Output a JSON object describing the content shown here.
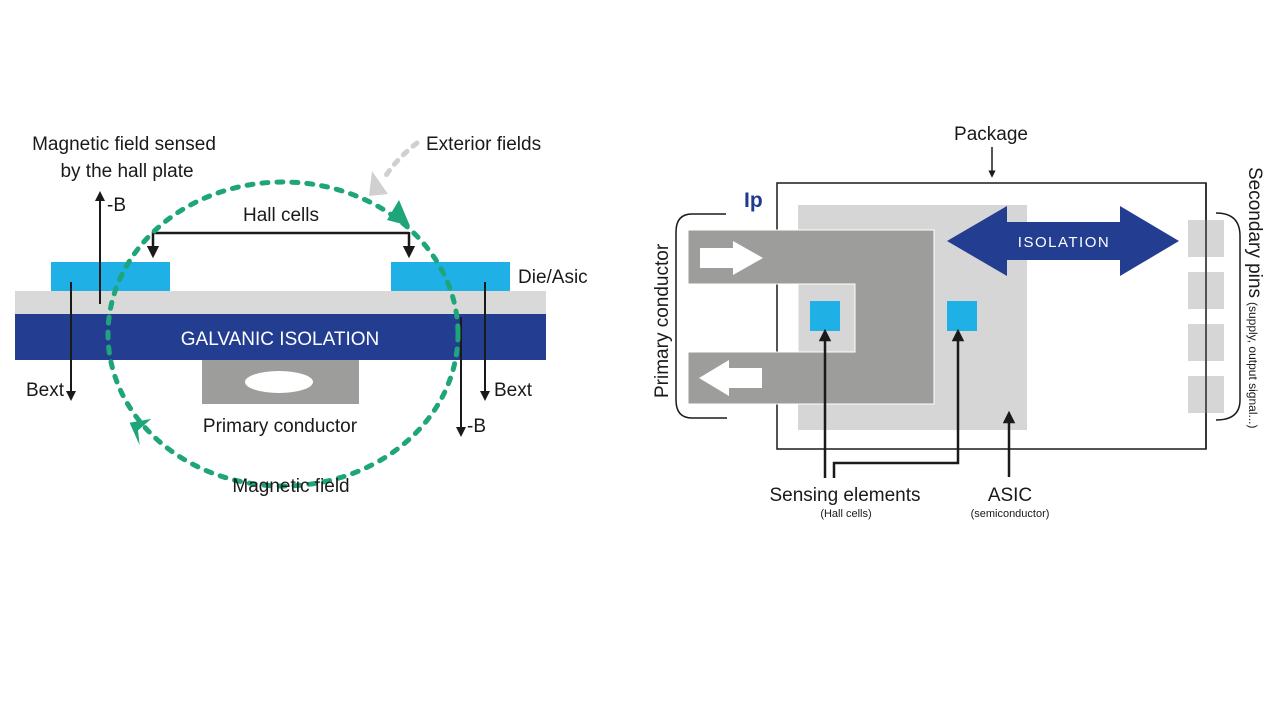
{
  "colors": {
    "isolation_blue": "#233d91",
    "hall_cyan": "#1fb0e6",
    "field_green": "#1ea57a",
    "exterior_grey": "#d0d0d0",
    "conductor_grey": "#9d9d9b",
    "asic_grey": "#d6d6d6",
    "substrate_grey": "#d9d9d9",
    "line_black": "#1a1a1a"
  },
  "left_diagram": {
    "title_line1": "Magnetic field sensed",
    "title_line2": "by the hall plate",
    "exterior_fields": "Exterior fields",
    "hall_cells": "Hall cells",
    "die_asic": "Die/Asic",
    "galvanic_isolation": "GALVANIC ISOLATION",
    "primary_conductor": "Primary conductor",
    "magnetic_field": "Magnetic field",
    "minus_b_left": "-B",
    "minus_b_right": "-B",
    "bext_left": "Bext",
    "bext_right": "Bext"
  },
  "right_diagram": {
    "package": "Package",
    "ip": "Ip",
    "isolation": "ISOLATION",
    "primary_conductor": "Primary conductor",
    "secondary_pins": "Secondary pins",
    "secondary_pins_note": "(supply, output signal...)",
    "sensing_elements": "Sensing elements",
    "sensing_elements_note": "(Hall cells)",
    "asic": "ASIC",
    "asic_note": "(semiconductor)"
  }
}
